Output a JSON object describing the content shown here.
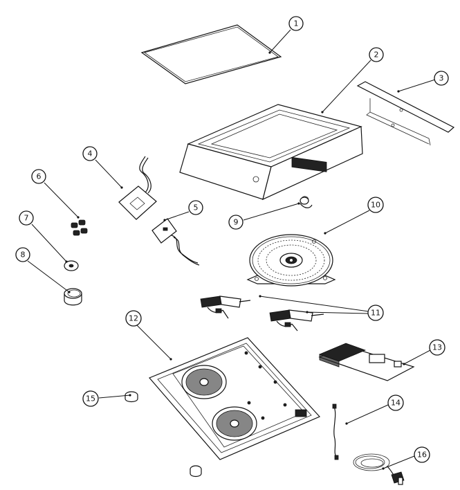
{
  "diagram": {
    "callouts": [
      {
        "id": 1,
        "label": "1",
        "part": "glass-top-plate"
      },
      {
        "id": 2,
        "label": "2",
        "part": "upper-housing"
      },
      {
        "id": 3,
        "label": "3",
        "part": "mounting-bracket"
      },
      {
        "id": 4,
        "label": "4",
        "part": "control-board"
      },
      {
        "id": 5,
        "label": "5",
        "part": "display-board"
      },
      {
        "id": 6,
        "label": "6",
        "part": "rubber-feet-set"
      },
      {
        "id": 7,
        "label": "7",
        "part": "washer"
      },
      {
        "id": 8,
        "label": "8",
        "part": "knob"
      },
      {
        "id": 9,
        "label": "9",
        "part": "thermistor"
      },
      {
        "id": 10,
        "label": "10",
        "part": "induction-coil"
      },
      {
        "id": 11,
        "label": "11",
        "part": "coil-wiring-harness"
      },
      {
        "id": 12,
        "label": "12",
        "part": "base-frame"
      },
      {
        "id": 13,
        "label": "13",
        "part": "power-board"
      },
      {
        "id": 14,
        "label": "14",
        "part": "connector-wire"
      },
      {
        "id": 15,
        "label": "15",
        "part": "foot"
      },
      {
        "id": 16,
        "label": "16",
        "part": "power-cord"
      }
    ]
  }
}
